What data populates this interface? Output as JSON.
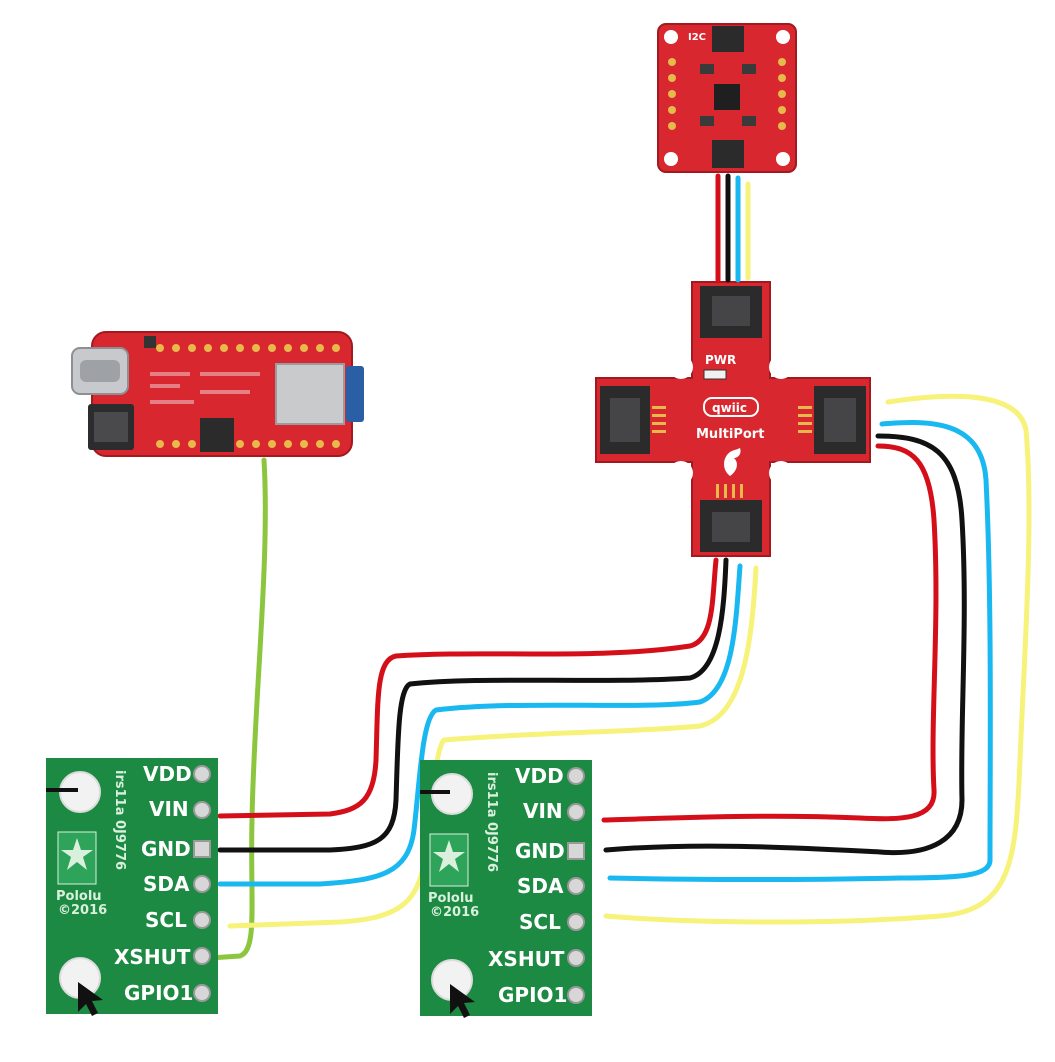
{
  "colors": {
    "sparkfun_red": "#d8272e",
    "pololu_green": "#1d8a43",
    "wire_red": "#d40f1a",
    "wire_black": "#111111",
    "wire_blue": "#19b8f0",
    "wire_yellow": "#f6f27a",
    "wire_green": "#8cc63f"
  },
  "multiport": {
    "pwr_label": "PWR",
    "qwiic_label": "qwiic",
    "name_label": "MultiPort"
  },
  "i2c_board": {
    "label": "I2C"
  },
  "sensors": [
    {
      "pins": [
        "VDD",
        "VIN",
        "GND",
        "SDA",
        "SCL",
        "XSHUT",
        "GPIO1"
      ],
      "vertical_text_1": "irs11a 0J9776",
      "vertical_text_2": "Pololu",
      "year": "©2016"
    },
    {
      "pins": [
        "VDD",
        "VIN",
        "GND",
        "SDA",
        "SCL",
        "XSHUT",
        "GPIO1"
      ],
      "vertical_text_1": "irs11a 0J9776",
      "vertical_text_2": "Pololu",
      "year": "©2016"
    }
  ]
}
